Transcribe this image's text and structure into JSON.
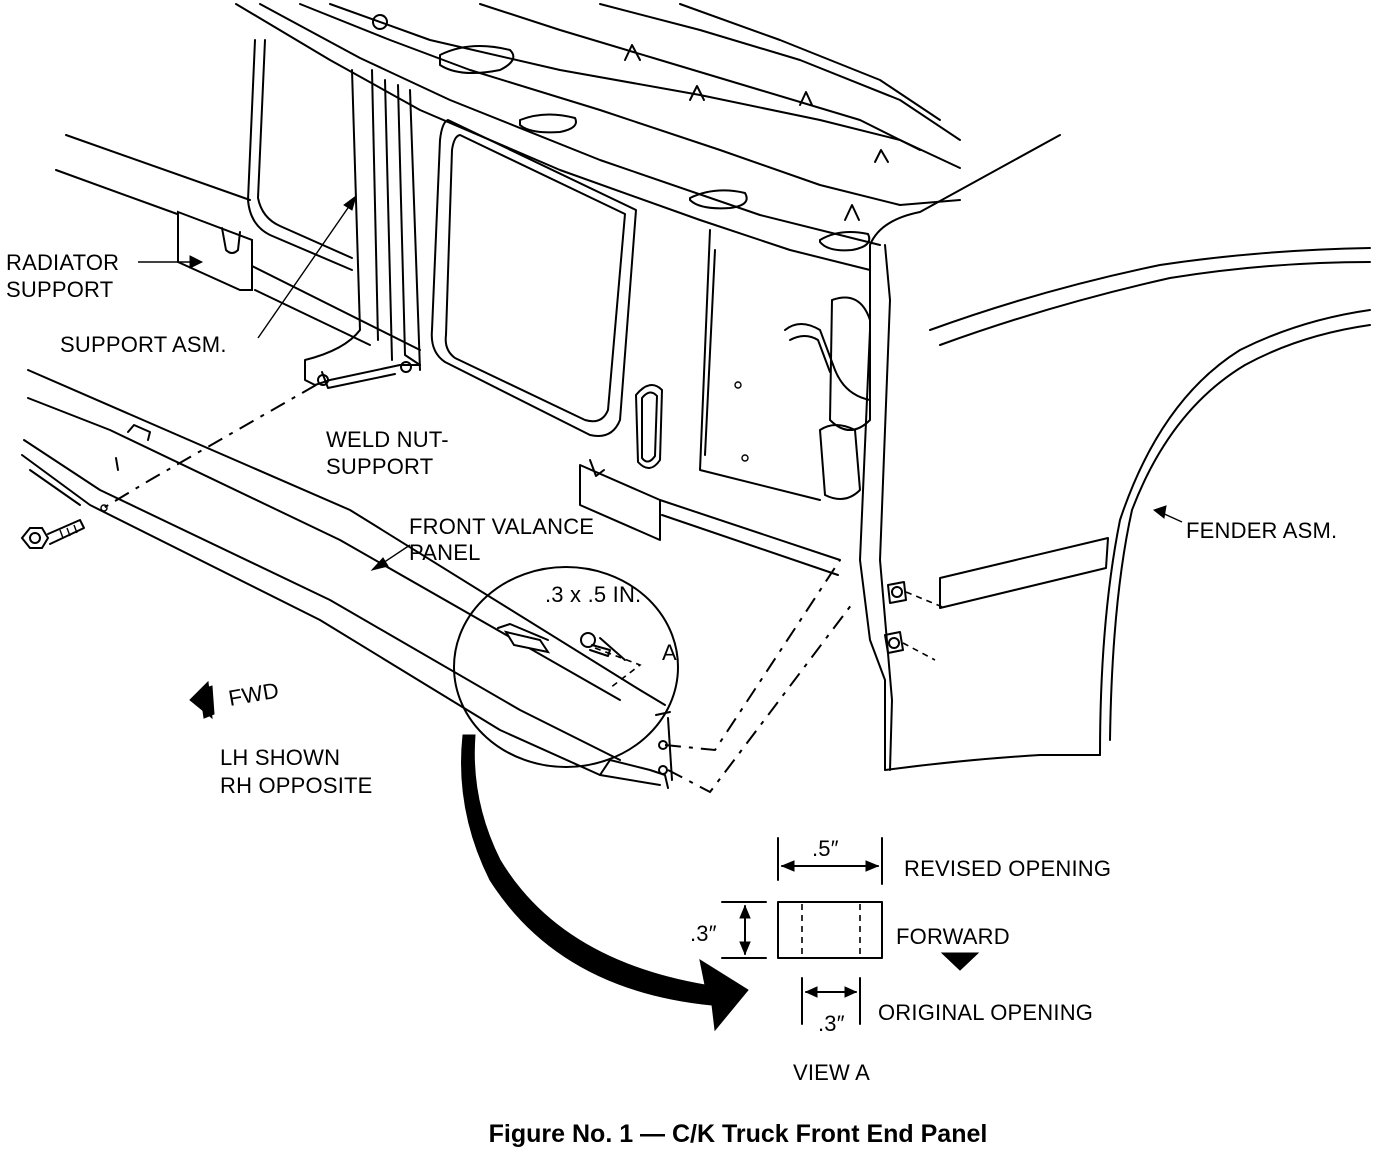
{
  "labels": {
    "radiator_support_line1": "RADIATOR",
    "radiator_support_line2": "SUPPORT",
    "support_asm": "SUPPORT ASM.",
    "weld_nut_line1": "WELD NUT-",
    "weld_nut_line2": "SUPPORT",
    "front_valance_line1": "FRONT VALANCE",
    "front_valance_line2": "PANEL",
    "fender_asm": "FENDER ASM.",
    "slot_size": ".3 x .5 IN.",
    "view_marker": "A",
    "fwd": "FWD",
    "lh_shown": "LH SHOWN",
    "rh_opposite": "RH OPPOSITE"
  },
  "view_a": {
    "dim_width": ".5″",
    "dim_height": ".3″",
    "dim_original": ".3″",
    "revised_opening": "REVISED OPENING",
    "forward": "FORWARD",
    "original_opening": "ORIGINAL OPENING",
    "title": "VIEW A"
  },
  "caption": "Figure No. 1 — C/K Truck Front End Panel",
  "icons": {
    "bolt": "bolt-icon",
    "fwd_arrow": "fwd-arrow-icon",
    "forward_arrow": "forward-arrow-icon",
    "callout_arrow": "curved-callout-arrow-icon"
  }
}
